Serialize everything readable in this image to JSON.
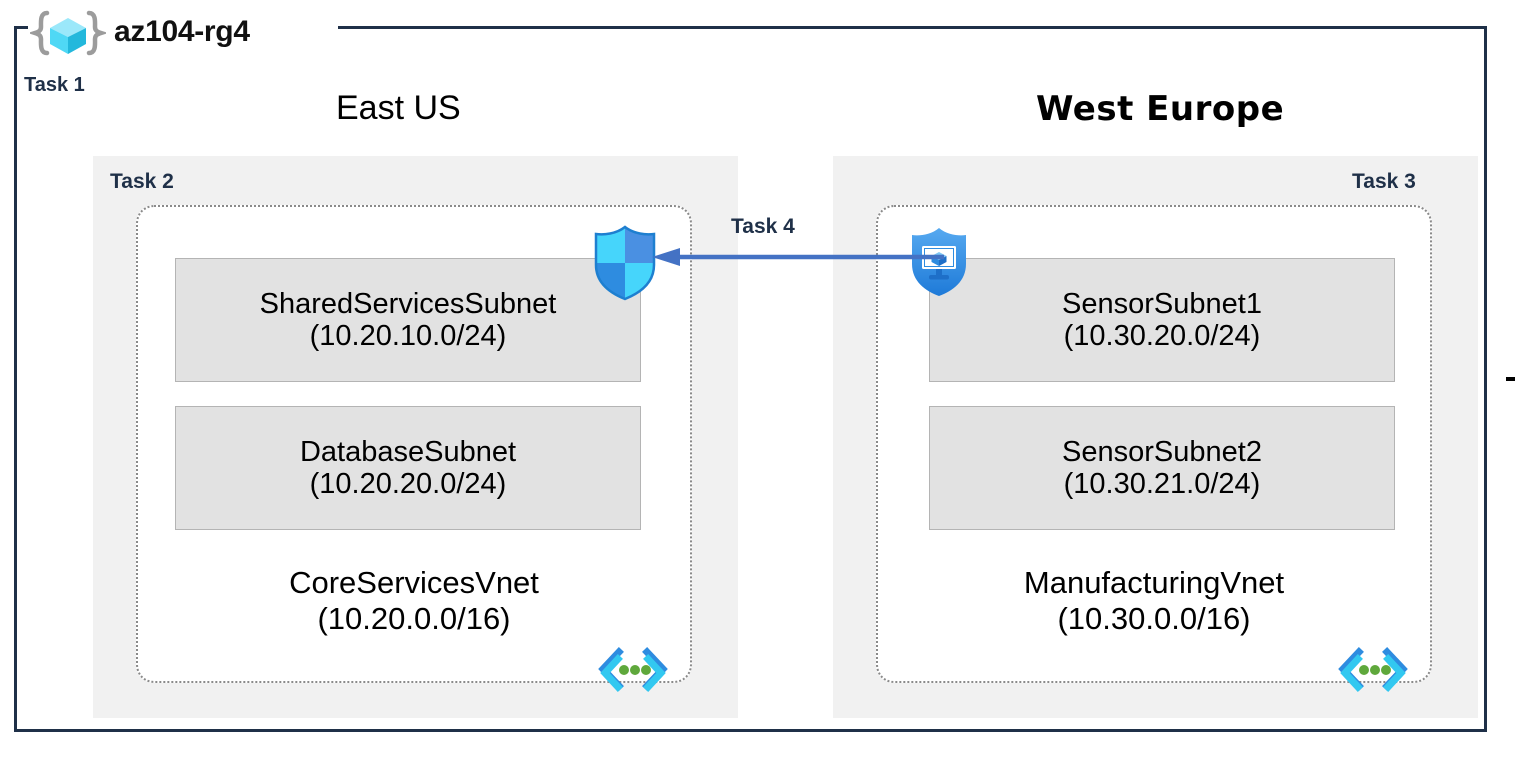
{
  "resource_group": {
    "name": "az104-rg4",
    "icon": "resource-group-cube-icon",
    "task_label": "Task 1"
  },
  "regions": [
    {
      "id": "east-us",
      "heading": "East US",
      "task_label": "Task 2",
      "vnet": {
        "name": "CoreServicesVnet",
        "cidr": "(10.20.0.0/16)",
        "icon": "virtual-network-icon",
        "subnets": [
          {
            "name": "SharedServicesSubnet",
            "cidr": "(10.20.10.0/24)"
          },
          {
            "name": "DatabaseSubnet",
            "cidr": "(10.20.20.0/24)"
          }
        ]
      }
    },
    {
      "id": "west-europe",
      "heading": "West Europe",
      "task_label": "Task 3",
      "vnet": {
        "name": "ManufacturingVnet",
        "cidr": "(10.30.0.0/16)",
        "icon": "virtual-network-icon",
        "subnets": [
          {
            "name": "SensorSubnet1",
            "cidr": "(10.30.20.0/24)"
          },
          {
            "name": "SensorSubnet2",
            "cidr": "(10.30.21.0/24)"
          }
        ]
      }
    }
  ],
  "connector": {
    "task_label": "Task 4",
    "direction": "right-to-left",
    "source_icon": "application-security-group-shield-icon",
    "target_icon": "network-security-group-shield-icon",
    "color": "#4472C4"
  },
  "colors": {
    "frame_border": "#1F3048",
    "region_panel": "#F1F1F1",
    "subnet_fill": "#E2E2E2",
    "subnet_border": "#B4B4B4",
    "vnet_border": "#8A8A8A",
    "task_text": "#1F3048",
    "arrow": "#4472C4",
    "azure_cyan": "#32C8F0",
    "azure_blue": "#2E8CE0",
    "vnet_dot_green": "#5FA83C"
  }
}
